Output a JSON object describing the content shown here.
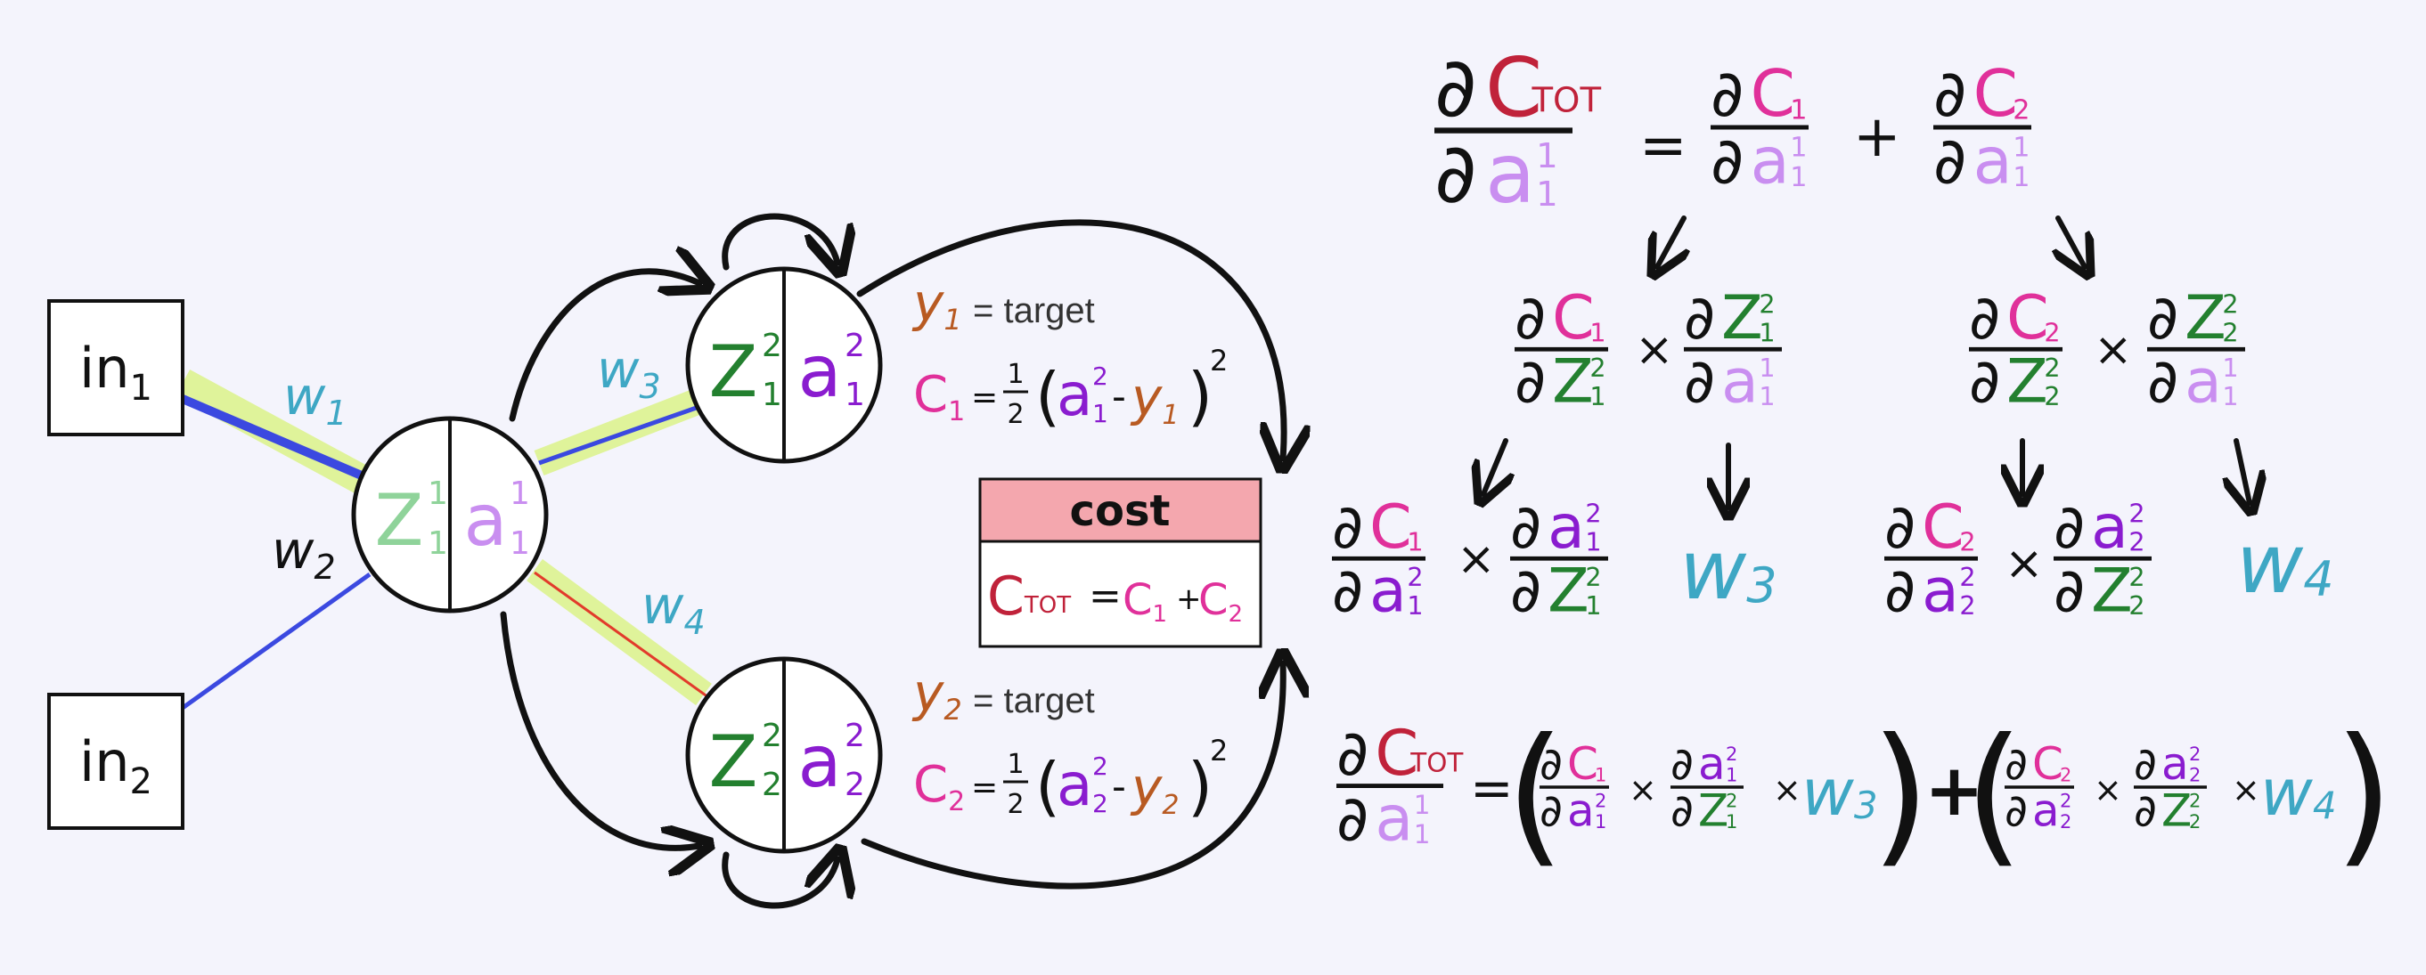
{
  "colors": {
    "background": "#f4f4fc",
    "c_tot": "#c0223a",
    "c": "#e0309a",
    "a_layer1": "#c98ef0",
    "z_layer1": "#8fd39a",
    "a_layer2": "#8a1ccf",
    "z_layer2": "#23802f",
    "weight": "#3ea7c4",
    "target_y": "#b85a22",
    "highlight": "#dff39a",
    "edge_blue": "#3b49e0",
    "edge_red": "#e23b2b",
    "cost_header": "#f4a7ae",
    "ink": "#111111"
  },
  "inputs": [
    {
      "text": "in",
      "sub": "1"
    },
    {
      "text": "in",
      "sub": "2"
    }
  ],
  "weights": [
    "w",
    "w",
    "w",
    "w"
  ],
  "weight_subs": [
    "1",
    "2",
    "3",
    "4"
  ],
  "hidden_node": {
    "z": "Z",
    "a": "a",
    "sub": "1",
    "sup": "1"
  },
  "output_nodes": [
    {
      "z": "Z",
      "a": "a",
      "sub": "1",
      "sup": "2"
    },
    {
      "z": "Z",
      "a": "a",
      "sub": "2",
      "sup": "2"
    }
  ],
  "targets": [
    {
      "y": "y",
      "sub": "1",
      "eq": "= target",
      "c": "C",
      "csub": "1",
      "half": "1",
      "halfden": "2",
      "a": "a",
      "asup": "2",
      "asub": "1",
      "minus": "-",
      "ysub": "1",
      "pow": "2",
      "eq2": "="
    },
    {
      "y": "y",
      "sub": "2",
      "eq": "= target",
      "c": "C",
      "csub": "2",
      "half": "1",
      "halfden": "2",
      "a": "a",
      "asup": "2",
      "asub": "2",
      "minus": "-",
      "ysub": "2",
      "pow": "2",
      "eq2": "="
    }
  ],
  "cost_box": {
    "title": "cost",
    "ctot": "C",
    "ctot_sub": "TOT",
    "eq": "=",
    "c1": "C",
    "c1_sub": "1",
    "plus": "+",
    "c2": "C",
    "c2_sub": "2"
  },
  "math": {
    "partial": "∂",
    "times": "×",
    "plus": "+",
    "equals": "=",
    "arrow": "↓",
    "lparen": "(",
    "rparen": ")"
  }
}
